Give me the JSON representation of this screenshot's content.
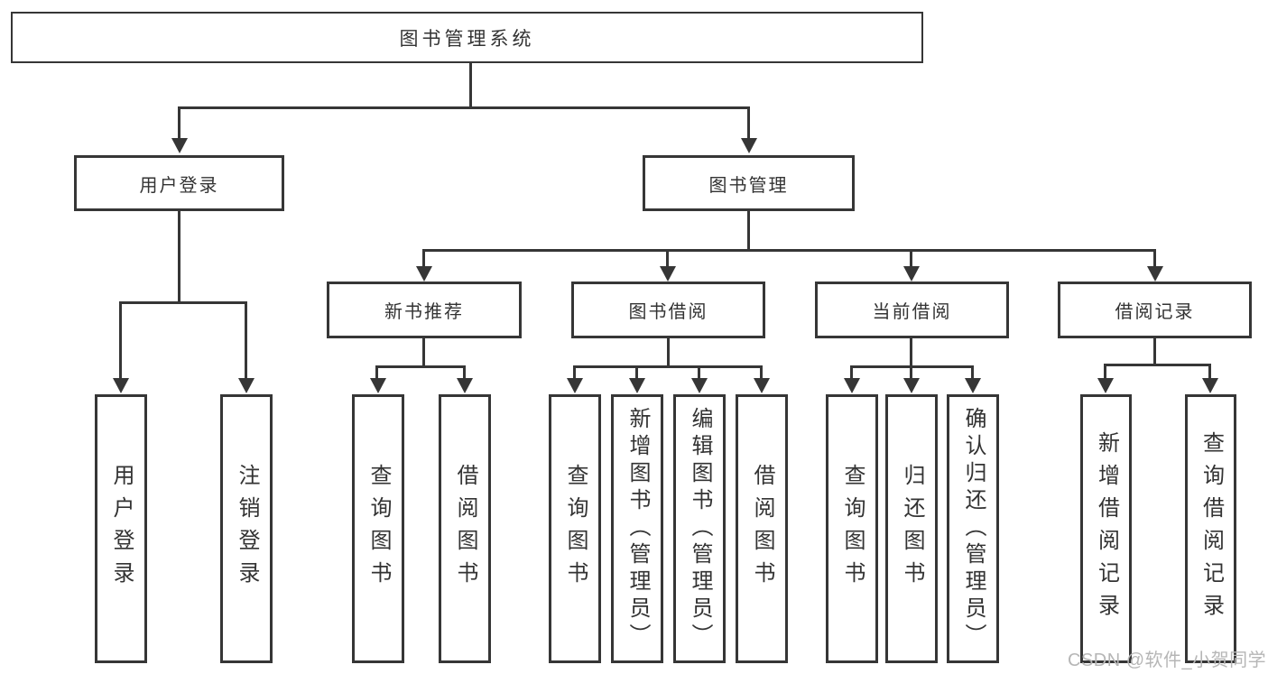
{
  "diagram": {
    "type": "hierarchy",
    "tree": {
      "root": {
        "label": "图书管理系统"
      },
      "branches": [
        {
          "label": "用户登录",
          "children": [
            {
              "label": "用户登录"
            },
            {
              "label": "注销登录"
            }
          ]
        },
        {
          "label": "图书管理",
          "children": [
            {
              "label": "新书推荐",
              "children": [
                {
                  "label": "查询图书"
                },
                {
                  "label": "借阅图书"
                }
              ]
            },
            {
              "label": "图书借阅",
              "children": [
                {
                  "label": "查询图书"
                },
                {
                  "label": "新增图书（管理员）"
                },
                {
                  "label": "编辑图书（管理员）"
                },
                {
                  "label": "借阅图书"
                }
              ]
            },
            {
              "label": "当前借阅",
              "children": [
                {
                  "label": "查询图书"
                },
                {
                  "label": "归还图书"
                },
                {
                  "label": "确认归还（管理员）"
                }
              ]
            },
            {
              "label": "借阅记录",
              "children": [
                {
                  "label": "新增借阅记录"
                },
                {
                  "label": "查询借阅记录"
                }
              ]
            }
          ]
        }
      ]
    },
    "colors": {
      "line": "#363636",
      "text": "#333333",
      "box_fill": "#ffffff",
      "watermark": "#b6b6b6",
      "background": "#ffffff"
    }
  },
  "watermark": "CSDN @软件_小贺同学"
}
